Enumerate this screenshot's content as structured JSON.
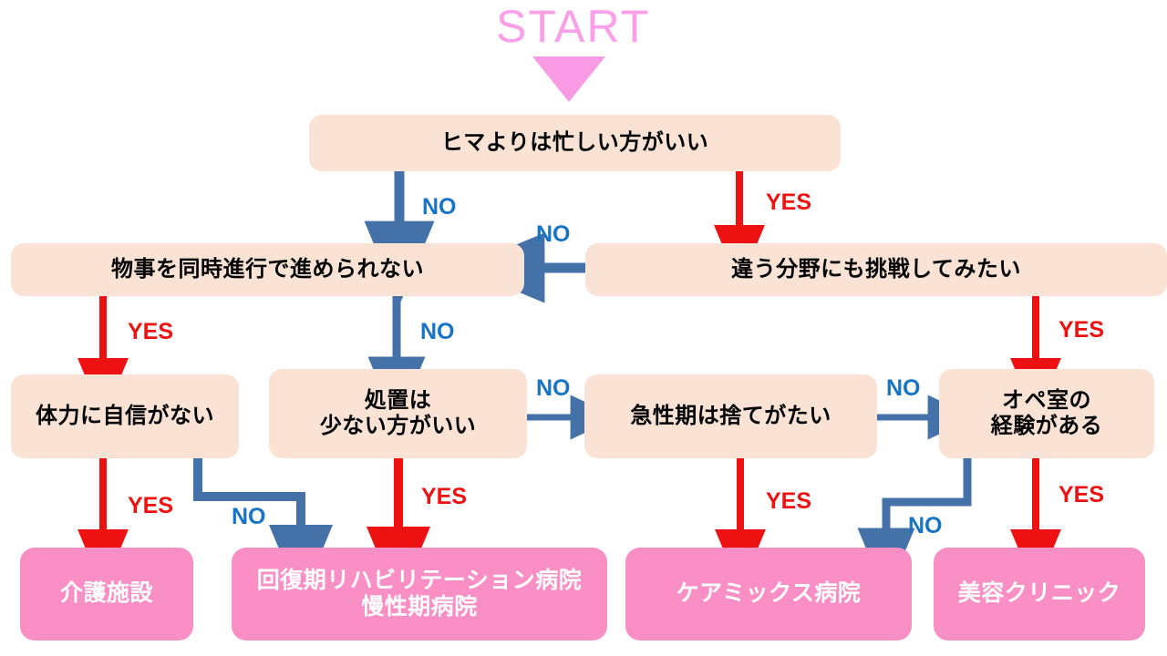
{
  "diagram": {
    "title_text": "START",
    "colors": {
      "decision_fill": "#FAE3D4",
      "result_fill": "#FA8FC6",
      "yes_color": "#EE1111",
      "no_color": "#1773C4",
      "arrow_blue": "#4472A8",
      "arrow_red": "#EE1111",
      "start_pink": "#F99BE4",
      "background": "#FFFFFF"
    },
    "start": {
      "label": "START",
      "marker": "down-triangle"
    },
    "decisions": [
      {
        "id": "d1",
        "line1": "ヒマよりは忙しい方がいい",
        "line2": ""
      },
      {
        "id": "d2",
        "line1": "物事を同時進行で進められない",
        "line2": ""
      },
      {
        "id": "d3",
        "line1": "違う分野にも挑戦してみたい",
        "line2": ""
      },
      {
        "id": "d4",
        "line1": "体力に自信がない",
        "line2": ""
      },
      {
        "id": "d5",
        "line1": "処置は",
        "line2": "少ない方がいい"
      },
      {
        "id": "d6",
        "line1": "急性期は捨てがたい",
        "line2": ""
      },
      {
        "id": "d7",
        "line1": "オペ室の",
        "line2": "経験がある"
      }
    ],
    "results": [
      {
        "id": "r1",
        "line1": "介護施設",
        "line2": ""
      },
      {
        "id": "r2",
        "line1": "回復期リハビリテーション病院",
        "line2": "慢性期病院"
      },
      {
        "id": "r3",
        "line1": "ケアミックス病院",
        "line2": ""
      },
      {
        "id": "r4",
        "line1": "美容クリニック",
        "line2": ""
      }
    ],
    "edges": [
      {
        "id": "e1",
        "from": "d1",
        "to": "d2",
        "label": "NO",
        "kind": "no",
        "shape": "vertical"
      },
      {
        "id": "e2",
        "from": "d1",
        "to": "d3",
        "label": "YES",
        "kind": "yes",
        "shape": "vertical"
      },
      {
        "id": "e3",
        "from": "d3",
        "to": "d2",
        "label": "NO",
        "kind": "no",
        "shape": "horizontal-left"
      },
      {
        "id": "e4",
        "from": "d2",
        "to": "d4",
        "label": "YES",
        "kind": "yes",
        "shape": "vertical"
      },
      {
        "id": "e5",
        "from": "d2",
        "to": "d5",
        "label": "NO",
        "kind": "no",
        "shape": "vertical"
      },
      {
        "id": "e6",
        "from": "d3",
        "to": "d7",
        "label": "YES",
        "kind": "yes",
        "shape": "vertical"
      },
      {
        "id": "e7",
        "from": "d5",
        "to": "d6",
        "label": "NO",
        "kind": "no",
        "shape": "horizontal-right"
      },
      {
        "id": "e8",
        "from": "d6",
        "to": "d7",
        "label": "NO",
        "kind": "no",
        "shape": "horizontal-right"
      },
      {
        "id": "e9",
        "from": "d4",
        "to": "r1",
        "label": "YES",
        "kind": "yes",
        "shape": "vertical"
      },
      {
        "id": "e10",
        "from": "d4",
        "to": "r2",
        "label": "NO",
        "kind": "no",
        "shape": "elbow-right-down"
      },
      {
        "id": "e11",
        "from": "d5",
        "to": "r2",
        "label": "YES",
        "kind": "yes",
        "shape": "vertical"
      },
      {
        "id": "e12",
        "from": "d6",
        "to": "r3",
        "label": "YES",
        "kind": "yes",
        "shape": "vertical"
      },
      {
        "id": "e13",
        "from": "d7",
        "to": "r3",
        "label": "NO",
        "kind": "no",
        "shape": "elbow-left-down"
      },
      {
        "id": "e14",
        "from": "d7",
        "to": "r4",
        "label": "YES",
        "kind": "yes",
        "shape": "vertical"
      }
    ],
    "edge_labels": {
      "l_e1": "NO",
      "l_e2": "YES",
      "l_e3": "NO",
      "l_e4": "YES",
      "l_e5": "NO",
      "l_e6": "YES",
      "l_e7": "NO",
      "l_e8": "NO",
      "l_e9": "YES",
      "l_e10": "NO",
      "l_e11": "YES",
      "l_e12": "YES",
      "l_e13": "NO",
      "l_e14": "YES"
    }
  }
}
